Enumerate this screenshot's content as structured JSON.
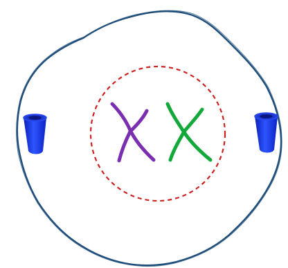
{
  "diagram": {
    "background": "#ffffff",
    "cell_membrane": {
      "color": "#1f4e7a",
      "style": "rough-outline"
    },
    "nuclear_region": {
      "color": "#cc2222",
      "style": "dashed-circle"
    },
    "centrosomes": [
      {
        "name": "left-centrosome",
        "color": "#1e3df2",
        "shape": "truncated-cone"
      },
      {
        "name": "right-centrosome",
        "color": "#1e3df2",
        "shape": "truncated-cone"
      }
    ],
    "chromosomes": [
      {
        "name": "purple-chromosome",
        "color": "#7a2fb0",
        "shape": "x"
      },
      {
        "name": "green-chromosome",
        "color": "#12a83a",
        "shape": "x"
      }
    ]
  }
}
